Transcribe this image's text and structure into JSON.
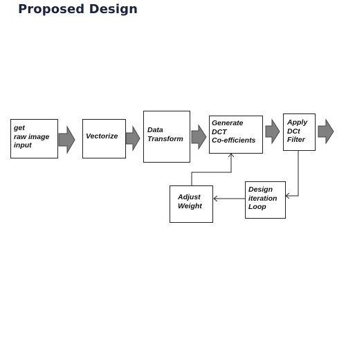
{
  "header": {
    "title": "Proposed Design"
  },
  "diagram": {
    "nodes": {
      "raw_input": {
        "label": "get\nraw image\ninput"
      },
      "vectorize": {
        "label": "Vectorize"
      },
      "transform": {
        "label": "Data\nTransform"
      },
      "dct": {
        "label": "Generate\nDCT\nCo-efficients"
      },
      "filter": {
        "label": "Apply\nDCt\nFilter"
      },
      "loop": {
        "label": "Design\niteration\nLoop"
      },
      "weight": {
        "label": "Adjust\nWeight"
      }
    },
    "edges": [
      {
        "from": "raw_input",
        "to": "vectorize",
        "style": "block-arrow"
      },
      {
        "from": "vectorize",
        "to": "transform",
        "style": "block-arrow"
      },
      {
        "from": "transform",
        "to": "dct",
        "style": "block-arrow"
      },
      {
        "from": "dct",
        "to": "filter",
        "style": "block-arrow"
      },
      {
        "from": "filter",
        "to": "output",
        "style": "block-arrow"
      },
      {
        "from": "filter",
        "to": "loop",
        "style": "line-arrow"
      },
      {
        "from": "loop",
        "to": "weight",
        "style": "line-arrow"
      },
      {
        "from": "weight",
        "to": "dct",
        "style": "line-arrow"
      }
    ],
    "colors": {
      "block_arrow_fill": "#808080",
      "line": "#222222"
    }
  }
}
